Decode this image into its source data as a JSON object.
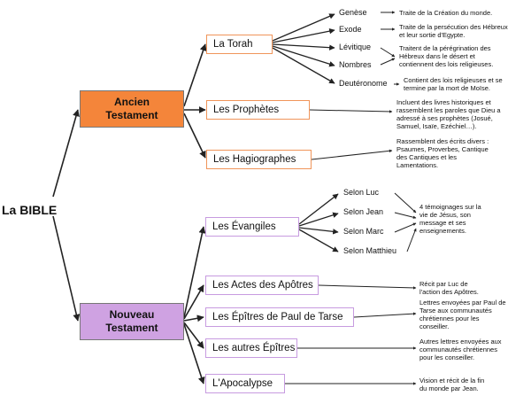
{
  "root": "La BIBLE",
  "ancien": {
    "label_line1": "Ancien",
    "label_line2": "Testament",
    "color": "#f4853a",
    "books": {
      "torah": {
        "label": "La Torah",
        "items": [
          "Genèse",
          "Exode",
          "Lévitique",
          "Nombres",
          "Deutéronome"
        ],
        "descriptions": {
          "genese": "Traite de la Création du monde.",
          "exode": [
            "Traite de la persécution des Hébreux",
            "et leur sortie d'Egypte."
          ],
          "levitique_nombres": [
            "Traitent de la pérégrination des",
            "Hébreux dans le désert et",
            "contiennent des lois religieuses."
          ],
          "deuteronome": [
            "Contient des lois religieuses et se",
            "termine par la mort de Moïse."
          ]
        }
      },
      "prophetes": {
        "label": "Les Prophètes",
        "description": [
          "Incluent des livres historiques et",
          "rassemblent les paroles que Dieu a",
          "adressé à ses prophètes (Josué,",
          "Samuel, Isaïe, Ezéchiel…)."
        ]
      },
      "hagiographes": {
        "label": "Les Hagiographes",
        "description": [
          "Rassemblent des écrits divers :",
          "Psaumes, Proverbes, Cantique",
          "des Cantiques et les",
          "Lamentations."
        ]
      }
    }
  },
  "nouveau": {
    "label_line1": "Nouveau",
    "label_line2": "Testament",
    "color": "#cfa2e2",
    "books": {
      "evangiles": {
        "label": "Les Évangiles",
        "items": [
          "Selon  Luc",
          "Selon  Jean",
          "Selon  Marc",
          "Selon Matthieu"
        ],
        "description": [
          "4 témoignages sur la",
          "vie de Jésus, son",
          "message et ses",
          "enseignements."
        ]
      },
      "actes": {
        "label": "Les Actes des Apôtres",
        "description": [
          "Récit par Luc de",
          "l'action des Apôtres."
        ]
      },
      "epitres_paul": {
        "label": "Les Épîtres de Paul de Tarse",
        "description": [
          "Lettres envoyées par Paul de",
          "Tarse aux communautés",
          "chrétiennes pour les",
          "conseiller."
        ]
      },
      "autres_epitres": {
        "label": "Les autres Épîtres",
        "description": [
          "Autres lettres envoyées aux",
          "communautés chrétiennes",
          "pour les conseiller."
        ]
      },
      "apocalypse": {
        "label": "L'Apocalypse",
        "description": [
          "Vision et récit de la fin",
          "du monde par Jean."
        ]
      }
    }
  }
}
